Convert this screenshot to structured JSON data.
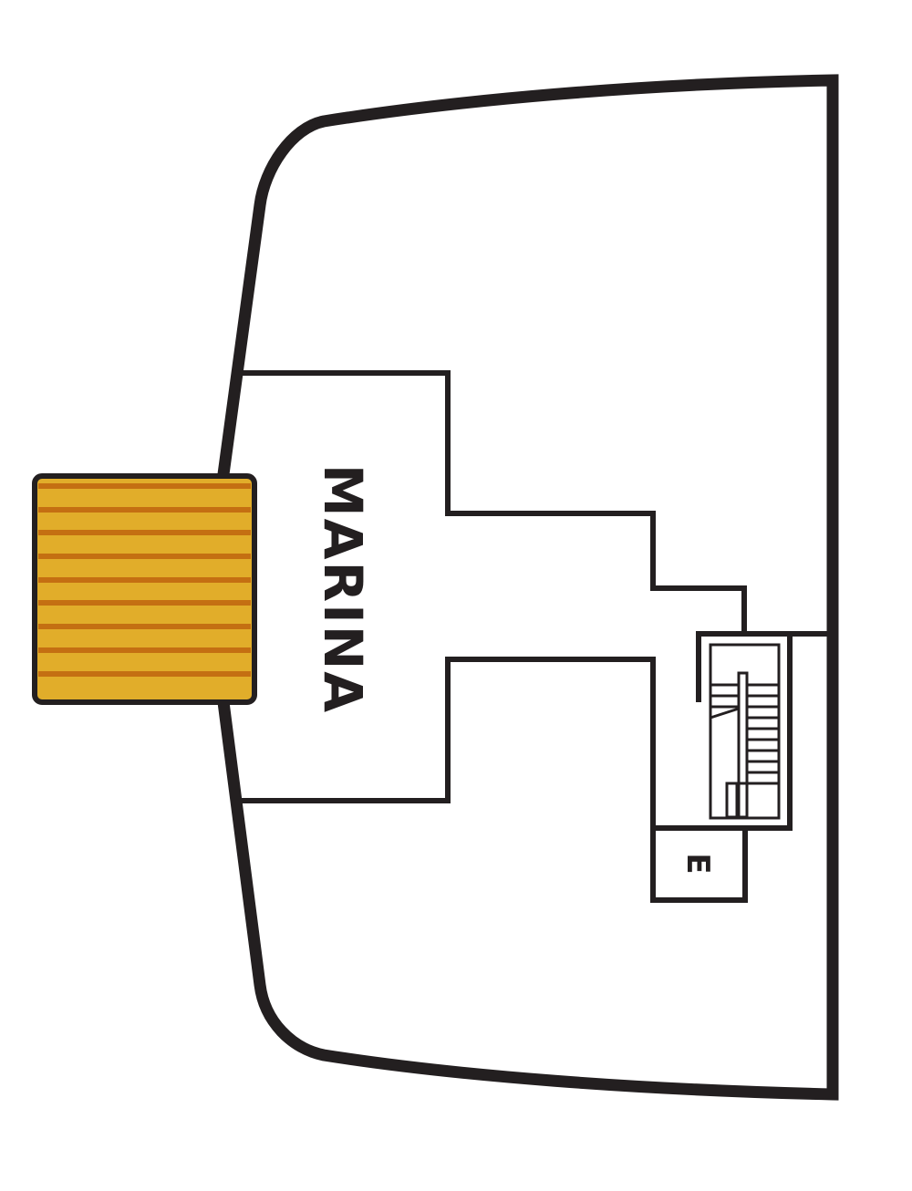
{
  "diagram": {
    "type": "ship-deck-plan",
    "colors": {
      "line": "#231f20",
      "platform_fill": "#e1ad2a",
      "platform_stripe": "#c46f12",
      "background": "#ffffff"
    },
    "areas": [
      {
        "id": "marina",
        "label": "MARINA"
      },
      {
        "id": "elevator",
        "label": "E"
      }
    ],
    "features": {
      "marina_platform": {
        "stripe_count": 9
      },
      "staircase": {
        "steps_upper_flight": 4,
        "steps_lower_flight": 10
      }
    }
  }
}
